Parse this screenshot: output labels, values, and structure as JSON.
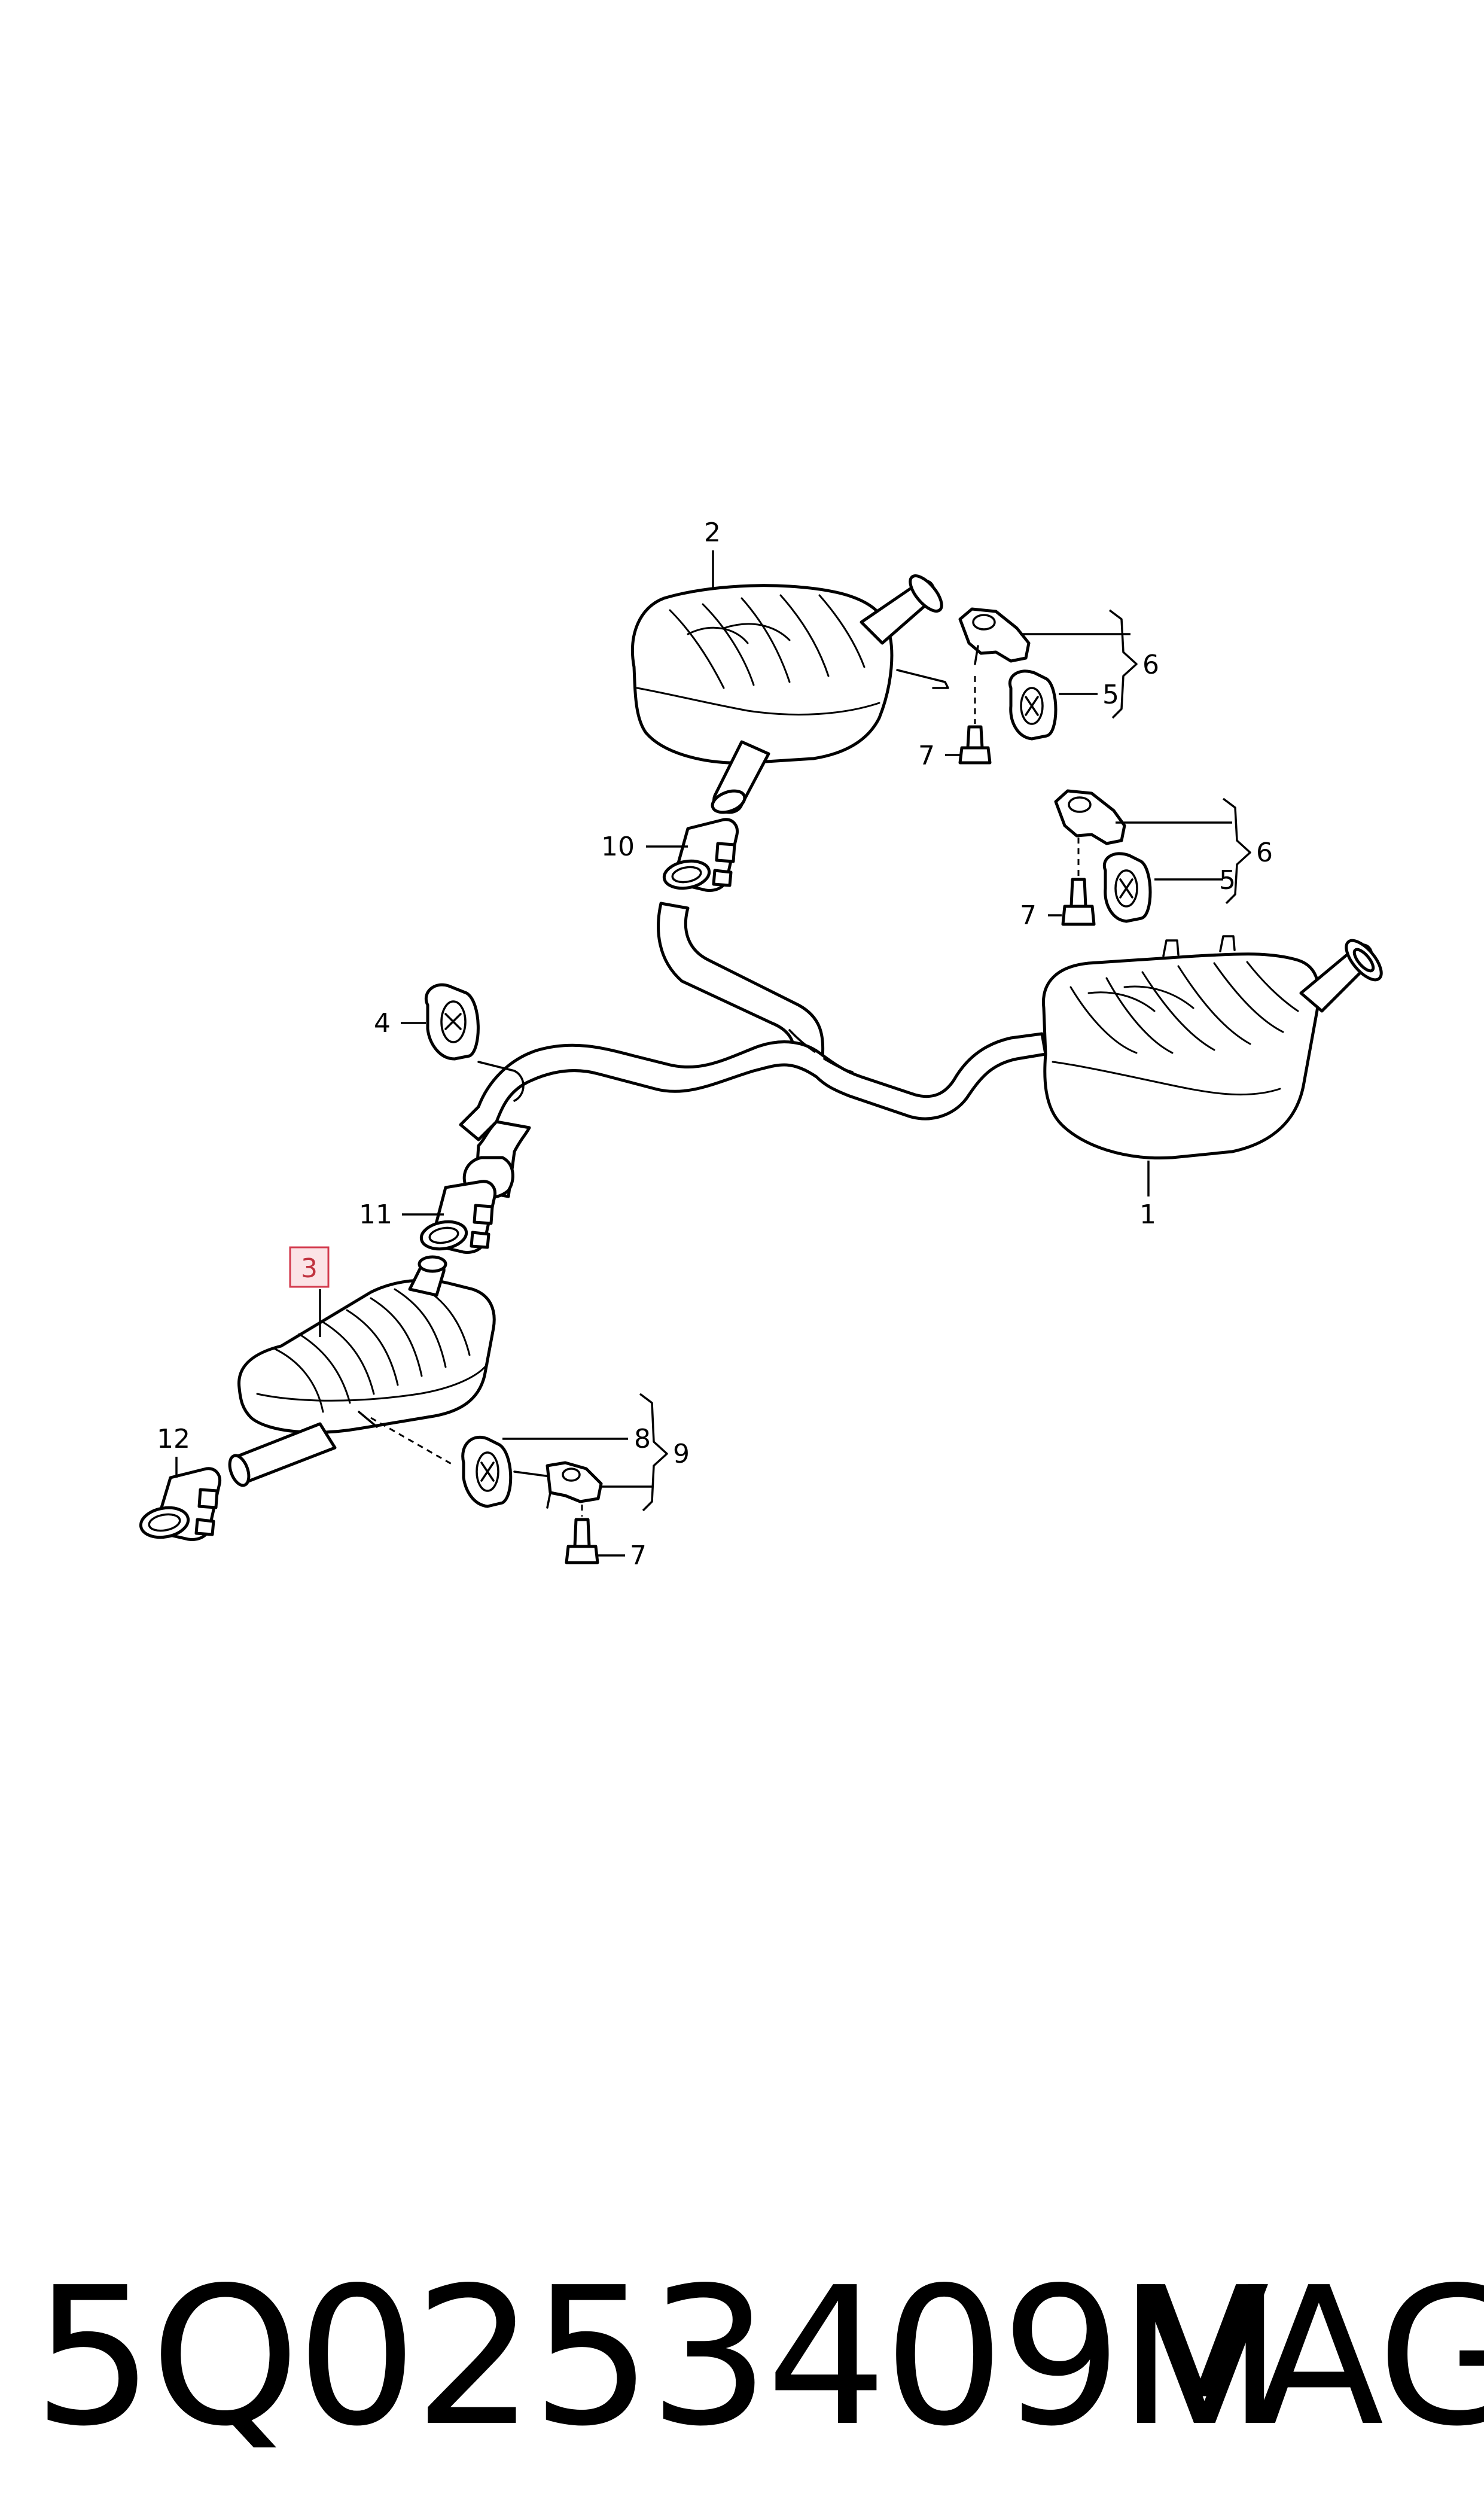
{
  "callouts": {
    "c1": "1",
    "c2": "2",
    "c3": "3",
    "c4": "4",
    "c5a": "5",
    "c5b": "5",
    "c6a": "6",
    "c6b": "6",
    "c7a": "7",
    "c7b": "7",
    "c7c": "7",
    "c8": "8",
    "c9": "9",
    "c10": "10",
    "c11": "11",
    "c12": "12"
  },
  "highlighted_callout": "3",
  "footer": {
    "part_number": "5Q0253409M",
    "brand": "VAG"
  },
  "colors": {
    "highlight_fill": "#fbe3e6",
    "highlight_stroke": "#d33a4d",
    "line": "#000000"
  }
}
